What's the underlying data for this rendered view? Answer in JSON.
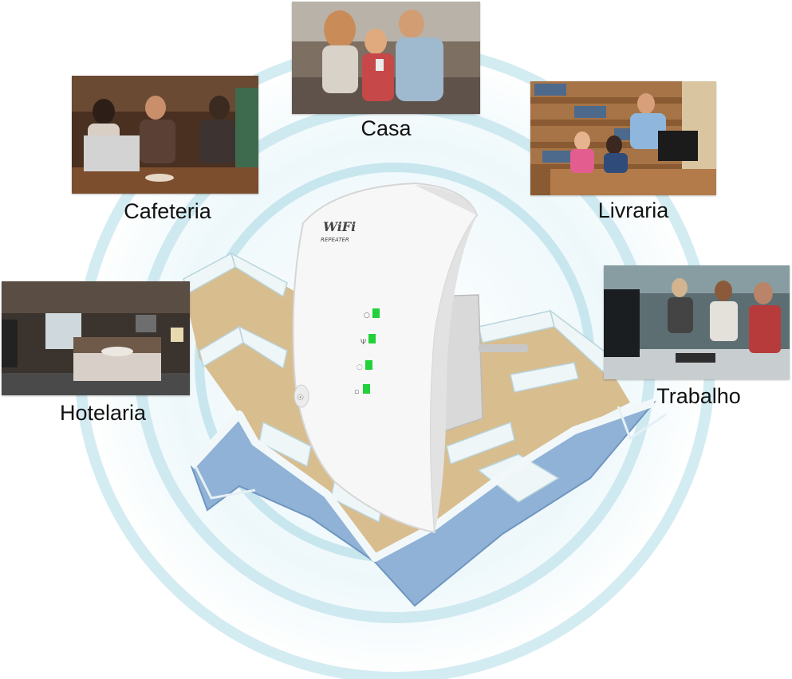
{
  "device": {
    "logo_text": "WiFi",
    "logo_subtext": "REPEATER",
    "indicator_color": "#22d13a"
  },
  "colors": {
    "ring": "#c9e7ef",
    "building_wall": "#eaf4f6",
    "building_floor": "#d7b98a",
    "building_base": "#7fa6cc"
  },
  "locations": [
    {
      "id": "casa",
      "label": "Casa",
      "photo_icon": "family-photo-icon"
    },
    {
      "id": "cafeteria",
      "label": "Cafeteria",
      "photo_icon": "cafe-photo-icon"
    },
    {
      "id": "livraria",
      "label": "Livraria",
      "photo_icon": "library-photo-icon"
    },
    {
      "id": "hotelaria",
      "label": "Hotelaria",
      "photo_icon": "hotel-room-photo-icon"
    },
    {
      "id": "trabalho",
      "label": "Trabalho",
      "photo_icon": "office-photo-icon"
    }
  ]
}
